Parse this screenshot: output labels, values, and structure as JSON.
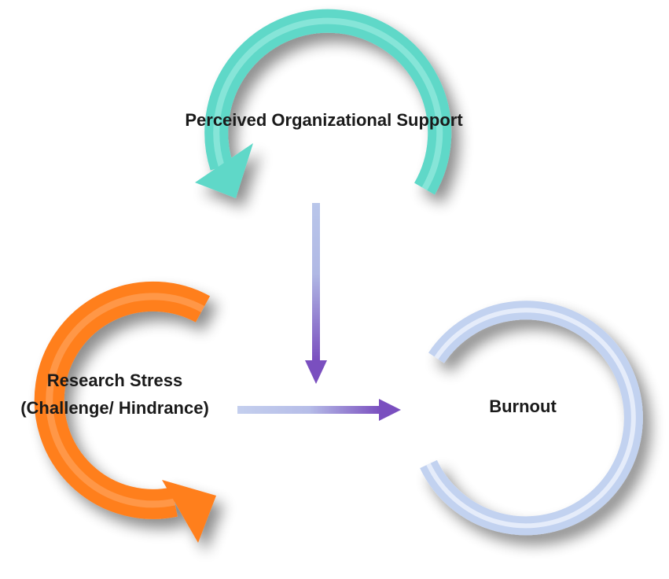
{
  "nodes": {
    "support": {
      "label": "Perceived Organizational Support"
    },
    "stress": {
      "label_line1": "Research Stress",
      "label_line2": "(Challenge/ Hindrance)"
    },
    "burnout": {
      "label": "Burnout"
    }
  },
  "colors": {
    "support_arrow": "#5ed8c8",
    "stress_arrow": "#ff7f1e",
    "burnout_ring": "#c2d2f0",
    "connector_light": "#b9c6ea",
    "connector_dark": "#7a4fbf"
  }
}
